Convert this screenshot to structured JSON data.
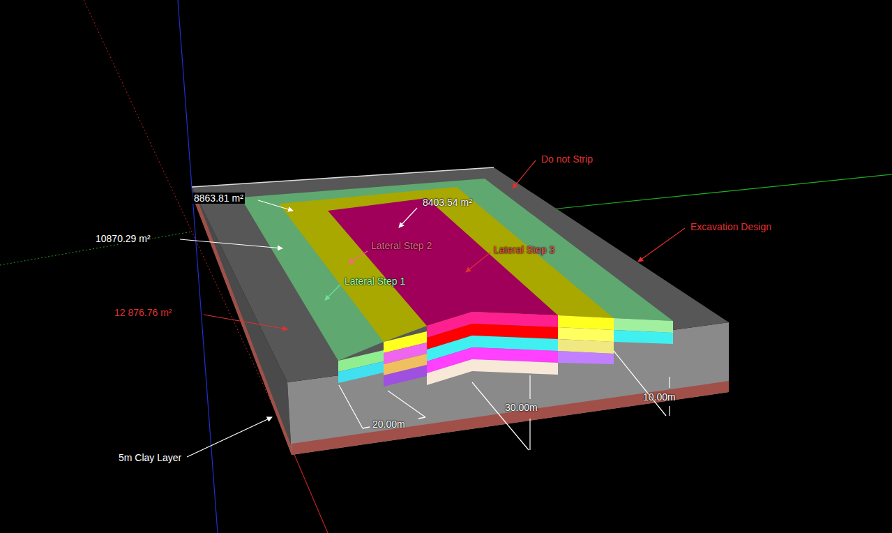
{
  "diagram": {
    "labels": [
      "Do not Strip",
      "8863.81 m²",
      "8403.54 m²",
      "10870.29 m²",
      "Lateral Step 2",
      "Lateral Step 3",
      "Excavation Design",
      "Lateral Step 1",
      "12 876.76 m²",
      "10.00m",
      "30.00m",
      "20.00m",
      "5m Clay Layer"
    ]
  }
}
